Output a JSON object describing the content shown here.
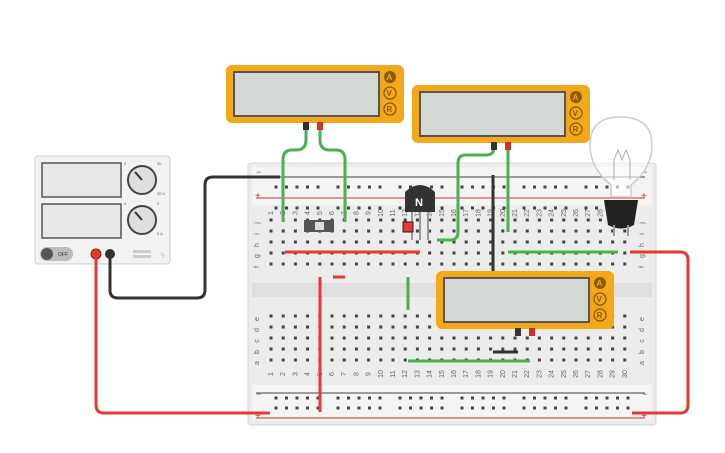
{
  "power_supply": {
    "off_label": "OFF",
    "knob1_marks": [
      "0",
      "30",
      "30 V"
    ],
    "knob2_marks": [
      "0",
      "5",
      "5 A"
    ]
  },
  "breadboard": {
    "row_letters_top": [
      "j",
      "i",
      "h",
      "g",
      "f"
    ],
    "row_letters_bottom": [
      "e",
      "d",
      "c",
      "b",
      "a"
    ],
    "column_numbers": [
      "1",
      "2",
      "3",
      "4",
      "5",
      "6",
      "7",
      "8",
      "9",
      "10",
      "11",
      "12",
      "13",
      "14",
      "15",
      "16",
      "17",
      "18",
      "19",
      "20",
      "21",
      "22",
      "23",
      "24",
      "25",
      "26",
      "27",
      "28",
      "29",
      "30"
    ],
    "rail_minus": "−",
    "rail_plus": "+"
  },
  "transistor": {
    "label": "N"
  },
  "multimeters": [
    {
      "id": "mm1",
      "modes": [
        "A",
        "V",
        "R"
      ]
    },
    {
      "id": "mm2",
      "modes": [
        "A",
        "V",
        "R"
      ]
    },
    {
      "id": "mm3",
      "modes": [
        "A",
        "V",
        "R"
      ]
    }
  ],
  "colors": {
    "wire_green": "#4caf50",
    "wire_red": "#e53935",
    "wire_black": "#333333",
    "multimeter_body": "#f2a818",
    "screen": "#d4d9d6",
    "board": "#ececec"
  }
}
